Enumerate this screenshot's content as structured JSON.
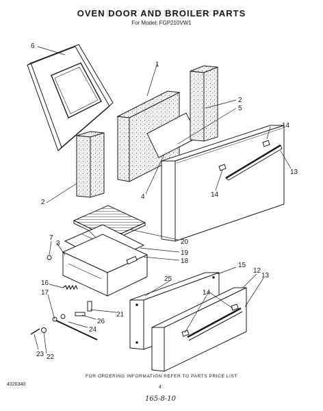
{
  "header": {
    "watermark": "AppliancePartsPros.com",
    "title": "OVEN DOOR AND BROILER PARTS",
    "subtitle": "For Model: FGP210VW1"
  },
  "callouts": {
    "c1": "1",
    "c2a": "2",
    "c2b": "2",
    "c3": "3",
    "c4": "4",
    "c5": "5",
    "c6": "6",
    "c7": "7",
    "c12": "12",
    "c13a": "13",
    "c13b": "13",
    "c14a": "14",
    "c14b": "14",
    "c14c": "14",
    "c15": "15",
    "c16": "16",
    "c17": "17",
    "c18": "18",
    "c19": "19",
    "c20": "20",
    "c21": "21",
    "c22": "22",
    "c23": "23",
    "c24": "24",
    "c25": "25",
    "c26": "26"
  },
  "footer": {
    "note": "FOR ORDERING INFORMATION REFER TO PARTS PRICE LIST",
    "code": "4320340",
    "page": "4",
    "handwritten": "165-8-10"
  }
}
